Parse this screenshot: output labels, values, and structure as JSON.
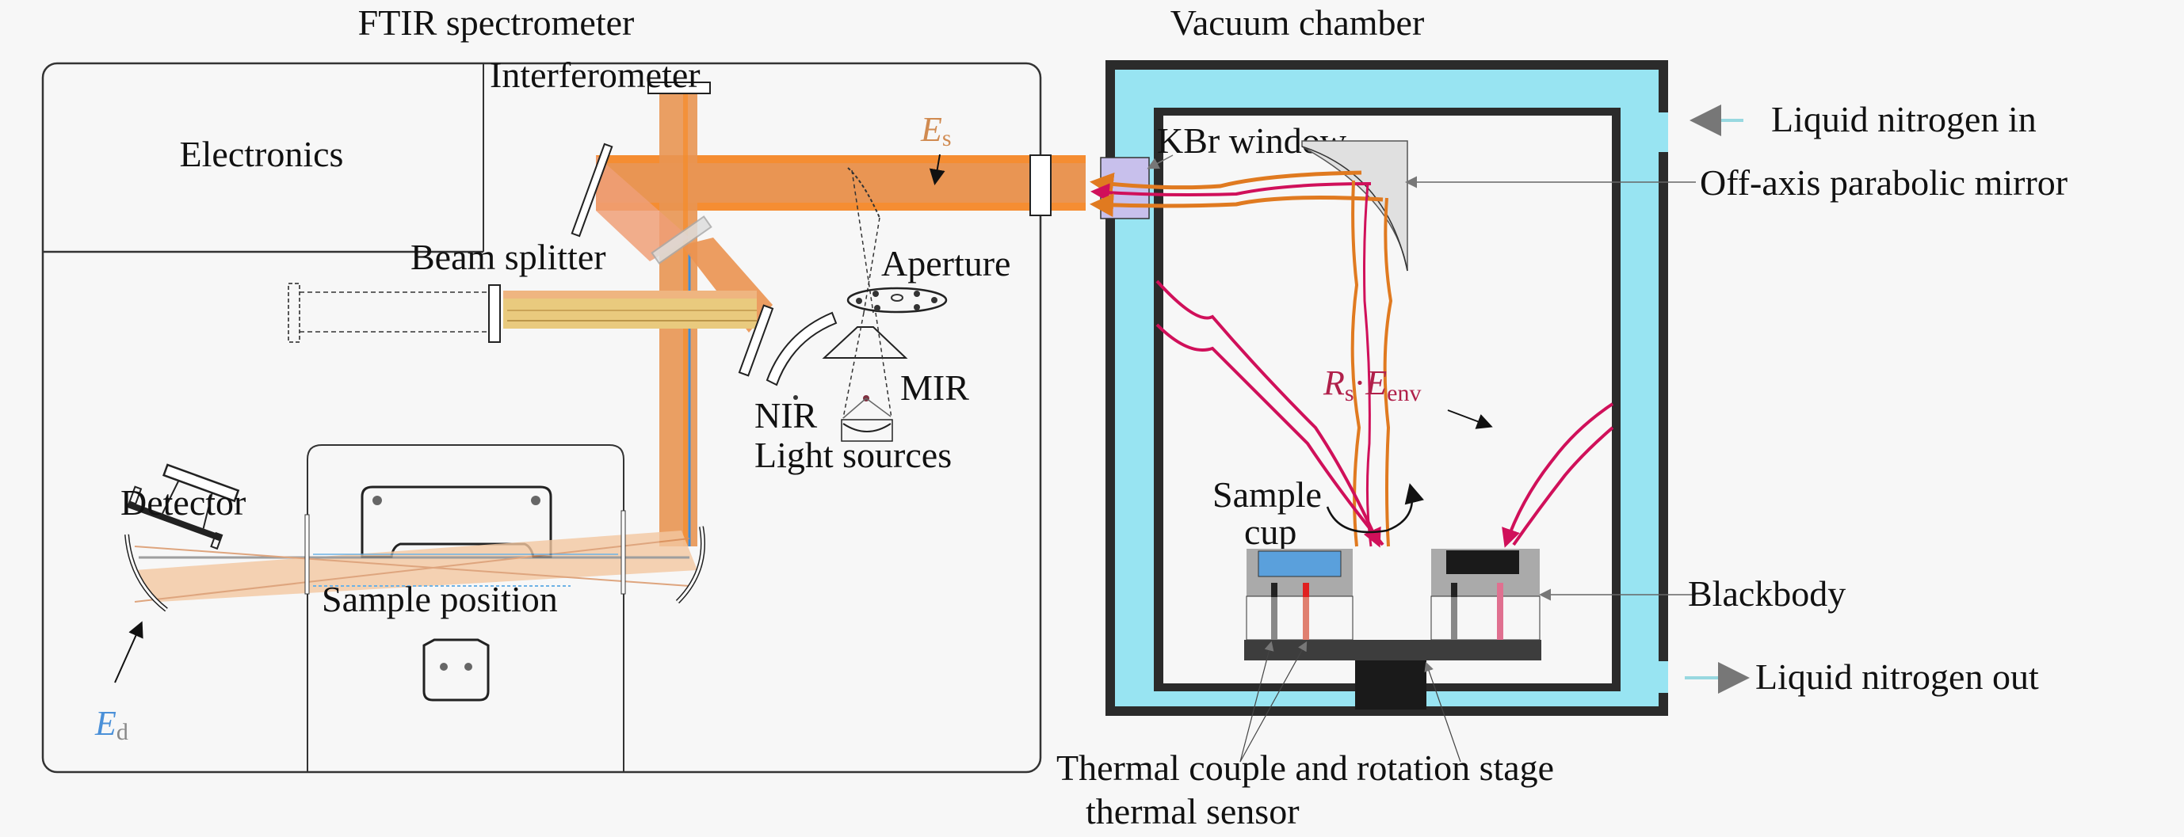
{
  "titles": {
    "ftir": "FTIR spectrometer",
    "vacuum": "Vacuum chamber"
  },
  "ftir_labels": {
    "electronics": "Electronics",
    "interferometer": "Interferometer",
    "beam_splitter": "Beam splitter",
    "aperture": "Aperture",
    "mir": "MIR",
    "nir": "NIR",
    "light_sources": "Light sources",
    "detector": "Detector",
    "sample_position": "Sample position",
    "es_symbol": "E",
    "es_sub": "s",
    "ed_symbol": "E",
    "ed_sub": "d"
  },
  "chamber_labels": {
    "kbr_window": "KBr window",
    "off_axis_mirror": "Off-axis parabolic mirror",
    "ln2_in": "Liquid nitrogen in",
    "ln2_out": "Liquid nitrogen out",
    "blackbody": "Blackbody",
    "sample_cup_line1": "Sample",
    "sample_cup_line2": "cup",
    "rs_symbol": "R",
    "rs_sub": "s",
    "dot": "·",
    "eenv_symbol": "E",
    "eenv_sub": "env",
    "thermal_line1": "Thermal couple and",
    "thermal_line2": "thermal sensor",
    "rotation_stage": "rotation stage"
  },
  "colors": {
    "beam_orange": "#e8904a",
    "beam_bright": "#f7851e",
    "beam_gold": "#e8c878",
    "ray_magenta": "#d0105a",
    "ray_orange": "#e07a20",
    "coolant": "#98e4f2",
    "frame_dark": "#2b2b2b",
    "sample_blue": "#5aa0dc",
    "window_lilac": "#c8c0ec",
    "label_es": "#d08a50",
    "label_ed": "#4a90d8",
    "label_rs": "#b0204a"
  }
}
